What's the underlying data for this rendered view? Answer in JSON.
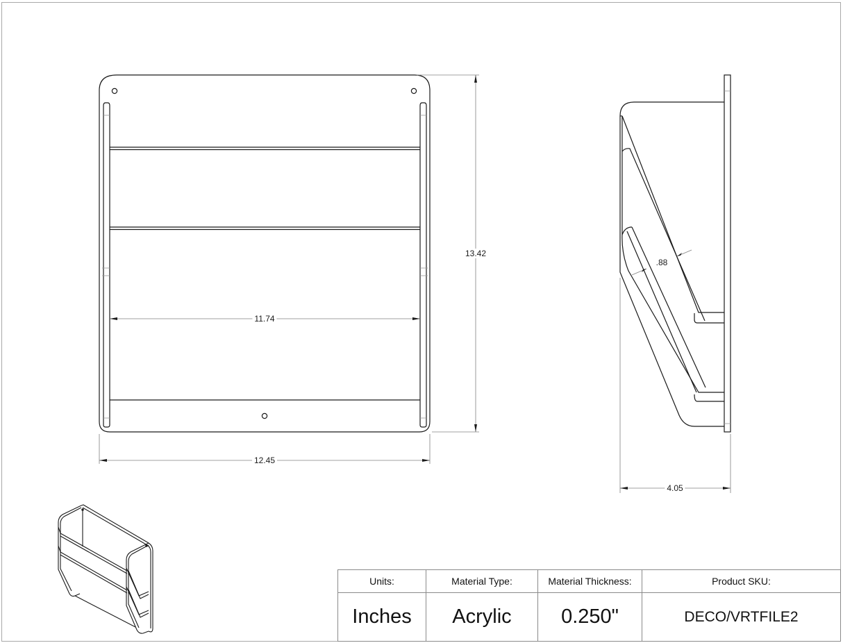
{
  "drawing": {
    "front_view": {
      "dimensions": {
        "overall_width": "12.45",
        "inner_width": "11.74",
        "overall_height": "13.42"
      }
    },
    "side_view": {
      "dimensions": {
        "depth": "4.05",
        "pocket_gap": ".88"
      }
    },
    "isometric_view": {}
  },
  "title_block": {
    "headers": [
      "Units:",
      "Material Type:",
      "Material Thickness:",
      "Product SKU:"
    ],
    "values": [
      "Inches",
      "Acrylic",
      "0.250\"",
      "DECO/VRTFILE2"
    ]
  },
  "colors": {
    "line": "#1a1a1a",
    "dimension_line": "#808080",
    "frame": "#a8a8a8"
  }
}
